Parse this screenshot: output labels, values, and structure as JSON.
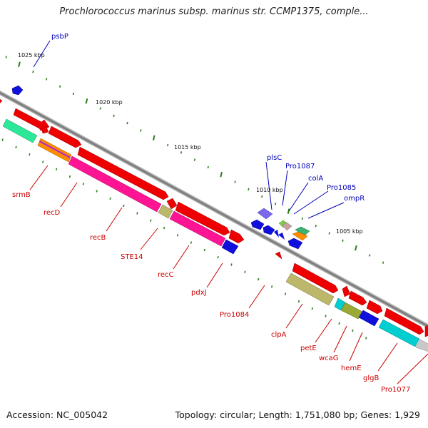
{
  "title": "Prochlorococcus marinus subsp. marinus str. CCMP1375, comple...",
  "footer": {
    "accession": "Accession: NC_005042",
    "summary": "Topology: circular; Length: 1,751,080 bp; Genes: 1,929"
  },
  "colors": {
    "backbone": "#8a8a8a",
    "gene_label_red": "#cc0000",
    "gene_label_blue": "#0000bb",
    "tick": "#2e7d1e"
  },
  "ruler": [
    "1025 kbp",
    "1020 kbp",
    "1015 kbp",
    "1010 kbp",
    "1005 kbp"
  ],
  "gene_labels_top": [
    "psbP",
    "plsC",
    "Pro1087",
    "colA",
    "Pro1085",
    "ompR"
  ],
  "gene_labels_bottom": [
    "srmB",
    "recD",
    "recB",
    "STE14",
    "recC",
    "pdxJ",
    "Pro1084",
    "clpA",
    "petE",
    "wcaG",
    "hemE",
    "glgB",
    "Pro1077"
  ]
}
